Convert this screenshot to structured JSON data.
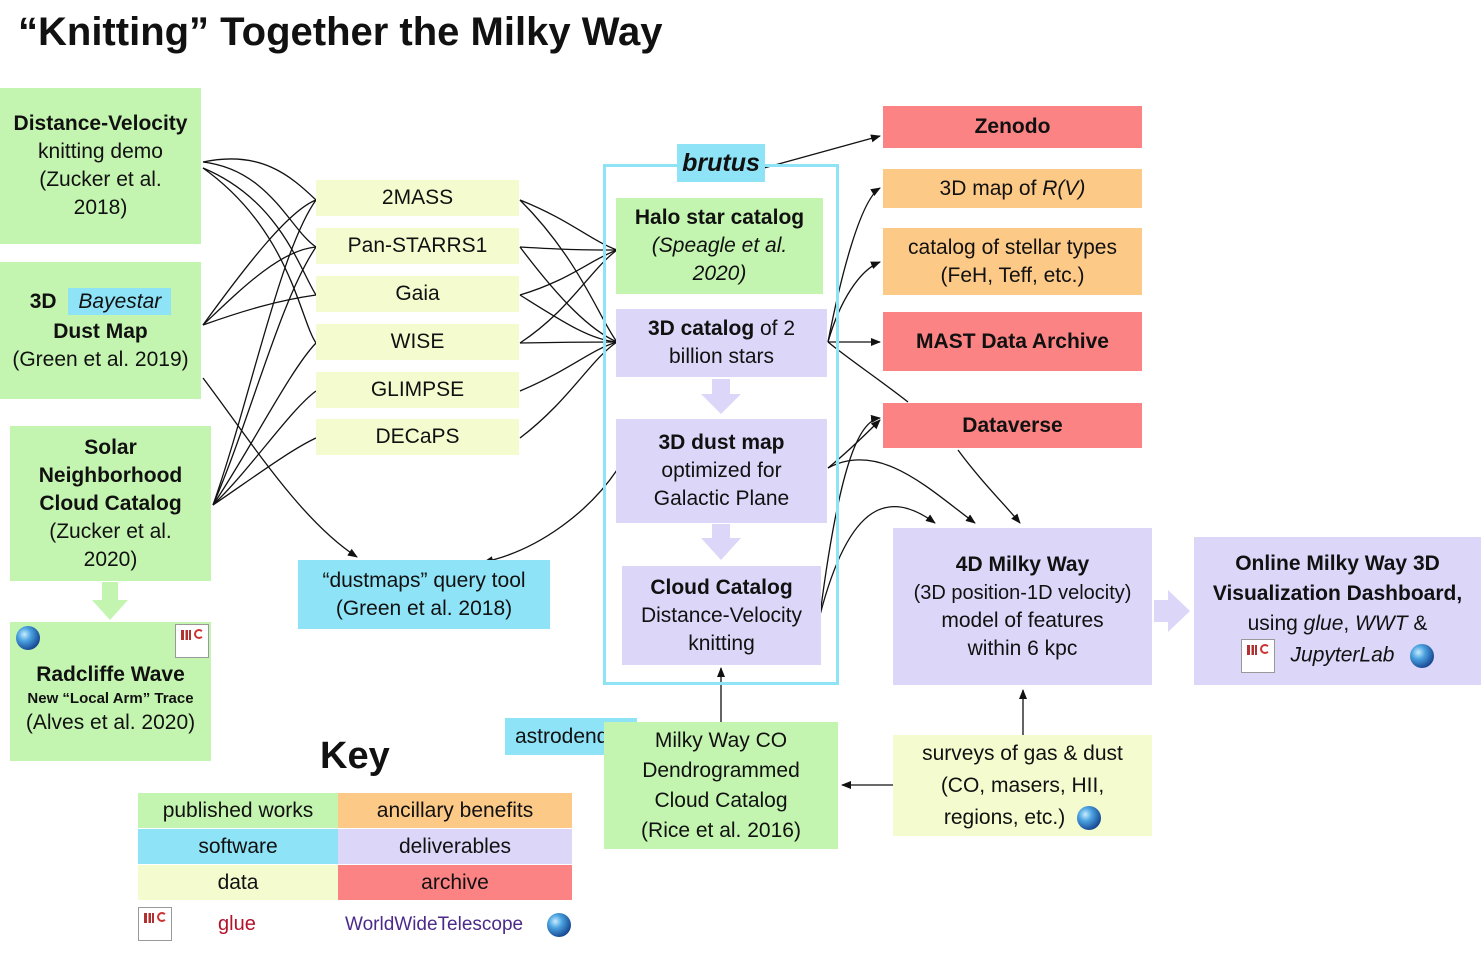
{
  "title": "“Knitting” Together the Milky Way",
  "published": {
    "distance_velocity": [
      "Distance-Velocity",
      "knitting demo",
      "(Zucker et al.",
      "2018)"
    ],
    "bayestar": {
      "prefix": "3D",
      "software": "Bayestar",
      "line2": "Dust Map",
      "line3": "(Green et al. 2019)"
    },
    "solar": [
      "Solar",
      "Neighborhood",
      "Cloud Catalog",
      "(Zucker et al.",
      "2020)"
    ],
    "radcliffe": {
      "title": "Radcliffe Wave",
      "subtitle": "New “Local Arm” Trace",
      "cite": "(Alves et al. 2020)"
    }
  },
  "data_sources": [
    "2MASS",
    "Pan-STARRS1",
    "Gaia",
    "WISE",
    "GLIMPSE",
    "DECaPS"
  ],
  "brutus": {
    "label": "brutus",
    "halo": {
      "title": "Halo star catalog",
      "cite": "(Speagle et al.",
      "year": "2020)"
    },
    "catalog3d": {
      "bold": "3D catalog",
      "rest": " of 2",
      "line2": "billion stars"
    },
    "dustmap": [
      "3D dust map",
      "optimized for",
      "Galactic Plane"
    ],
    "cloud": [
      "Cloud Catalog",
      "Distance-Velocity",
      "knitting"
    ]
  },
  "dustmaps_tool": [
    "“dustmaps” query tool",
    "(Green et al. 2018)"
  ],
  "outputs": {
    "zenodo": "Zenodo",
    "rv_prefix": "3D map of ",
    "rv_italic": "R(V)",
    "stellar_types": [
      "catalog of stellar types",
      "(FeH, Teff, etc.)"
    ],
    "mast": "MAST Data Archive",
    "dataverse": "Dataverse"
  },
  "milkyway4d": [
    "4D Milky Way",
    "(3D position-1D velocity)",
    "model of features",
    "within 6 kpc"
  ],
  "dashboard": {
    "line1": "Online Milky Way 3D",
    "line2": "Visualization Dashboard,",
    "line3_pre": "using ",
    "glue": "glue",
    "sep": ", ",
    "wwt": "WWT",
    "amp": " &",
    "jupyter": "JupyterLab"
  },
  "astrodendro": "astrodendro",
  "co_catalog": [
    "Milky Way CO",
    "Dendrogrammed",
    "Cloud Catalog",
    "(Rice et al. 2016)"
  ],
  "surveys": [
    "surveys of gas & dust",
    "(CO, masers, HII,",
    "regions, etc.)"
  ],
  "key": {
    "title": "Key",
    "published": "published works",
    "ancillary": "ancillary benefits",
    "software": "software",
    "deliverables": "deliverables",
    "data": "data",
    "archive": "archive",
    "glue": "glue",
    "wwt": "WorldWideTelescope"
  },
  "colors": {
    "published": "#c4f5b0",
    "software": "#8ee3f7",
    "data": "#f3fbcf",
    "deliverables": "#dcd6f8",
    "ancillary": "#fdc986",
    "archive": "#fb8383",
    "glue_text": "#b3122a",
    "wwt_text": "#4b2a8a"
  }
}
